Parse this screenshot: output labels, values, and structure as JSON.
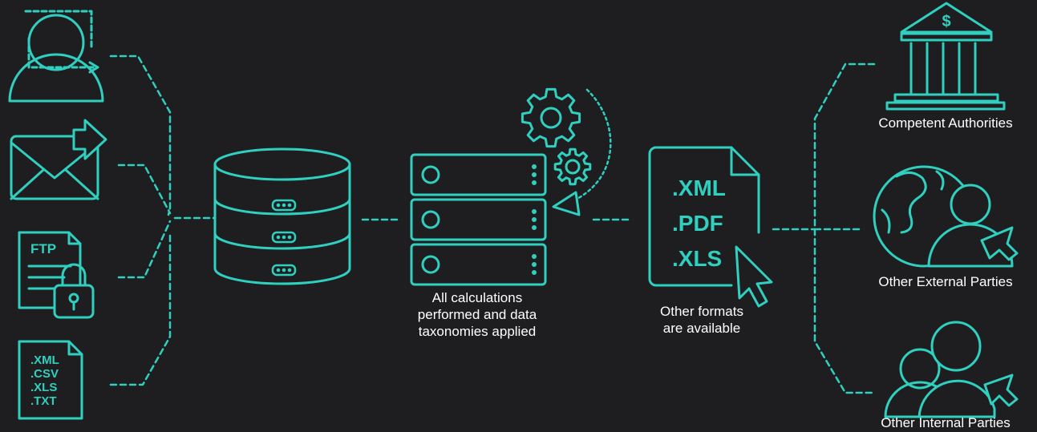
{
  "colors": {
    "accent": "#30d0c0",
    "background": "#1e1e20",
    "text": "#ffffff"
  },
  "sources": {
    "ftp_label": "FTP",
    "file_formats": [
      ".XML",
      ".CSV",
      ".XLS",
      ".TXT"
    ]
  },
  "server_caption": [
    "All calculations",
    "performed and data",
    "taxonomies applied"
  ],
  "output_formats": [
    ".XML",
    ".PDF",
    ".XLS"
  ],
  "formats_caption": [
    "Other formats",
    "are available"
  ],
  "recipients": {
    "competent": "Competent Authorities",
    "external": "Other External Parties",
    "internal": "Other Internal Parties"
  },
  "bank_symbol": "$"
}
